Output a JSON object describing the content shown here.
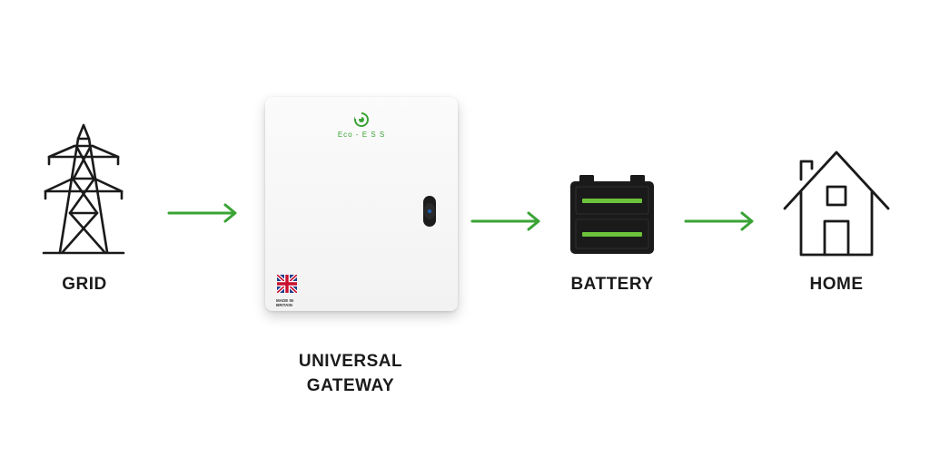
{
  "nodes": {
    "grid": {
      "label": "GRID",
      "icon": "power-pylon-icon"
    },
    "gateway": {
      "label_line1": "UNIVERSAL",
      "label_line2": "GATEWAY",
      "brand": "Eco - E S S",
      "badge_text": "MADE IN BRITAIN",
      "icon": "gateway-device-image"
    },
    "battery": {
      "label": "BATTERY",
      "icon": "battery-icon"
    },
    "home": {
      "label": "HOME",
      "icon": "house-icon"
    }
  },
  "colors": {
    "arrow": "#3aa335",
    "battery_bar": "#6cc23a",
    "icon_stroke": "#1a1a1a",
    "brand": "#3aa335"
  }
}
